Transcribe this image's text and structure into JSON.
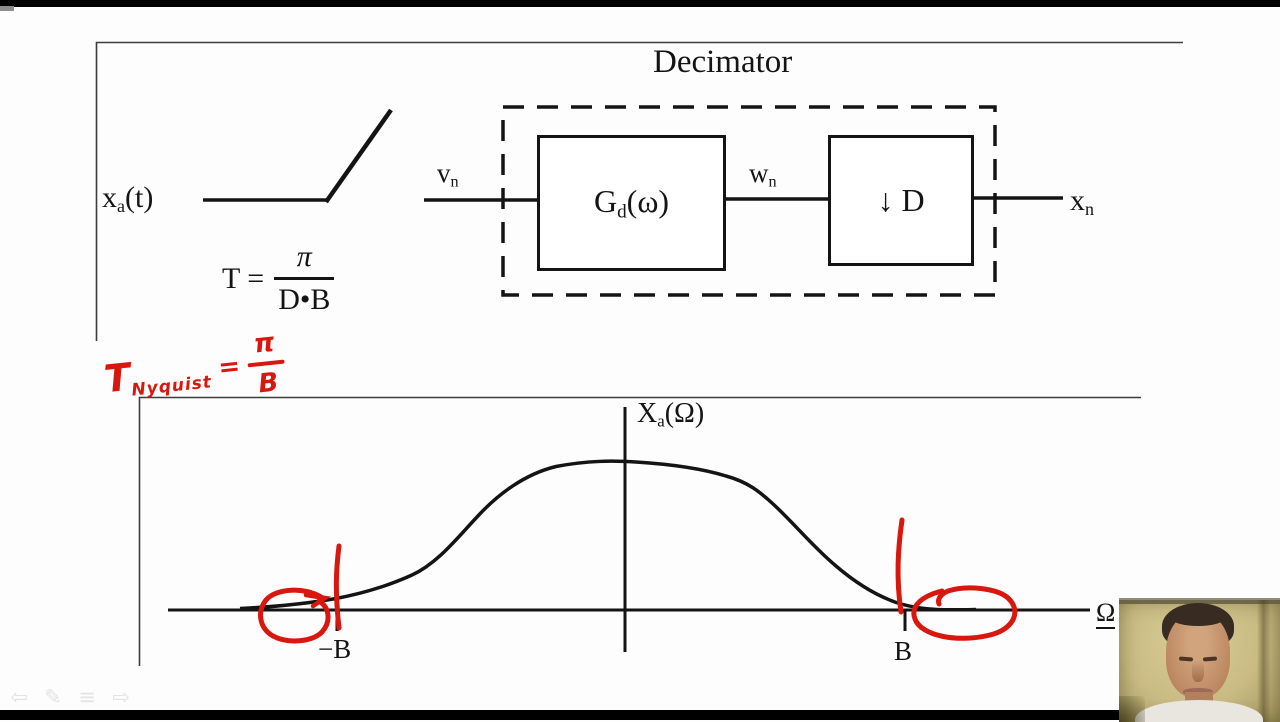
{
  "colors": {
    "ink": "#141414",
    "annotation_red": "#d8170e",
    "frame_gray": "#3d3d3d",
    "webcam_bg": "#c9bb83",
    "toolbar_icon_gray": "#e3e3e3"
  },
  "diagram": {
    "title": "Decimator",
    "input_signal": {
      "base": "x",
      "sub": "a",
      "args": "(t)"
    },
    "sampling_formula": {
      "lhs": "T =",
      "numerator": "π",
      "denominator": "D•B"
    },
    "node_vn": {
      "base": "v",
      "sub": "n"
    },
    "filter_block": {
      "base": "G",
      "sub": "d",
      "args": "(ω)"
    },
    "node_wn": {
      "base": "w",
      "sub": "n"
    },
    "downsampler_block": {
      "arrow": "↓",
      "factor": "D"
    },
    "output_signal": {
      "base": "x",
      "sub": "n"
    }
  },
  "annotation": {
    "t": "T",
    "sub": "Nyquist",
    "eq": "=",
    "numerator": "π",
    "denominator": "B"
  },
  "spectrum": {
    "title": {
      "base": "X",
      "sub": "a",
      "args": "(Ω)"
    },
    "left_band_label": "−B",
    "right_band_label": "B",
    "axis_label": "Ω"
  },
  "chart_data": {
    "type": "line",
    "title": "Xa(Ω)",
    "xlabel": "Ω",
    "ylabel": "",
    "x_ticks": [
      "−B",
      "0",
      "B"
    ],
    "x": [
      -1.5,
      -1.25,
      -1.0,
      -0.8,
      -0.6,
      -0.4,
      -0.2,
      0,
      0.2,
      0.4,
      0.6,
      0.8,
      1.0,
      1.25,
      1.5
    ],
    "y": [
      0,
      0.02,
      0.06,
      0.2,
      0.6,
      0.92,
      0.99,
      1.0,
      0.99,
      0.93,
      0.72,
      0.35,
      0.05,
      0.01,
      0
    ],
    "legend_position": "none",
    "grid": false,
    "annotations": [
      "red circle around tail at −B",
      "red tick at −B",
      "red tick at B",
      "red circle around tail at B"
    ]
  },
  "toolbar": {
    "icons": [
      {
        "name": "back-arrow",
        "glyph": "⇦"
      },
      {
        "name": "pen",
        "glyph": "✎"
      },
      {
        "name": "menu",
        "glyph": "≡"
      },
      {
        "name": "forward-arrow",
        "glyph": "⇨"
      }
    ]
  }
}
